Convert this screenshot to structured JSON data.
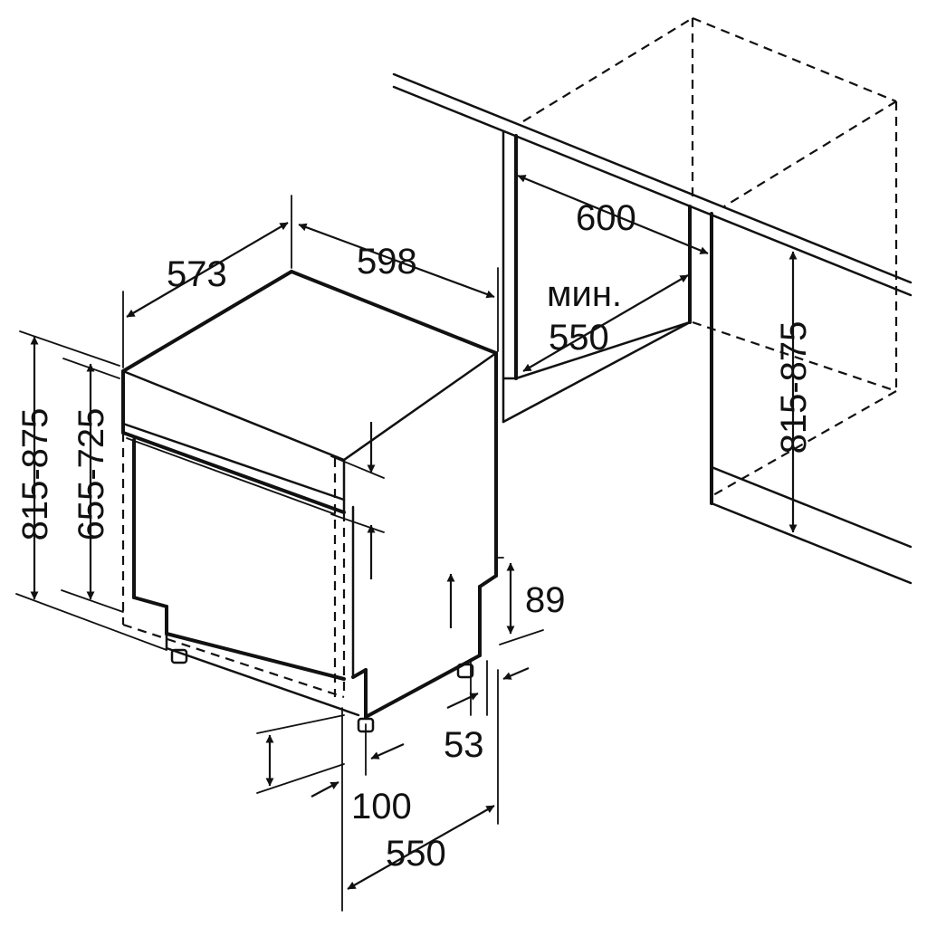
{
  "labels": {
    "depth_top": "573",
    "width": "598",
    "niche_width": "600",
    "niche_depth_prefix": "мин.",
    "niche_depth": "550",
    "niche_height": "815-875",
    "overall_height": "815-875",
    "door_height": "655-725",
    "plinth_height": "89",
    "foot_setback": "53",
    "foot_offset": "100",
    "base_depth": "550"
  },
  "colors": {
    "line": "#111111",
    "background": "#ffffff"
  }
}
